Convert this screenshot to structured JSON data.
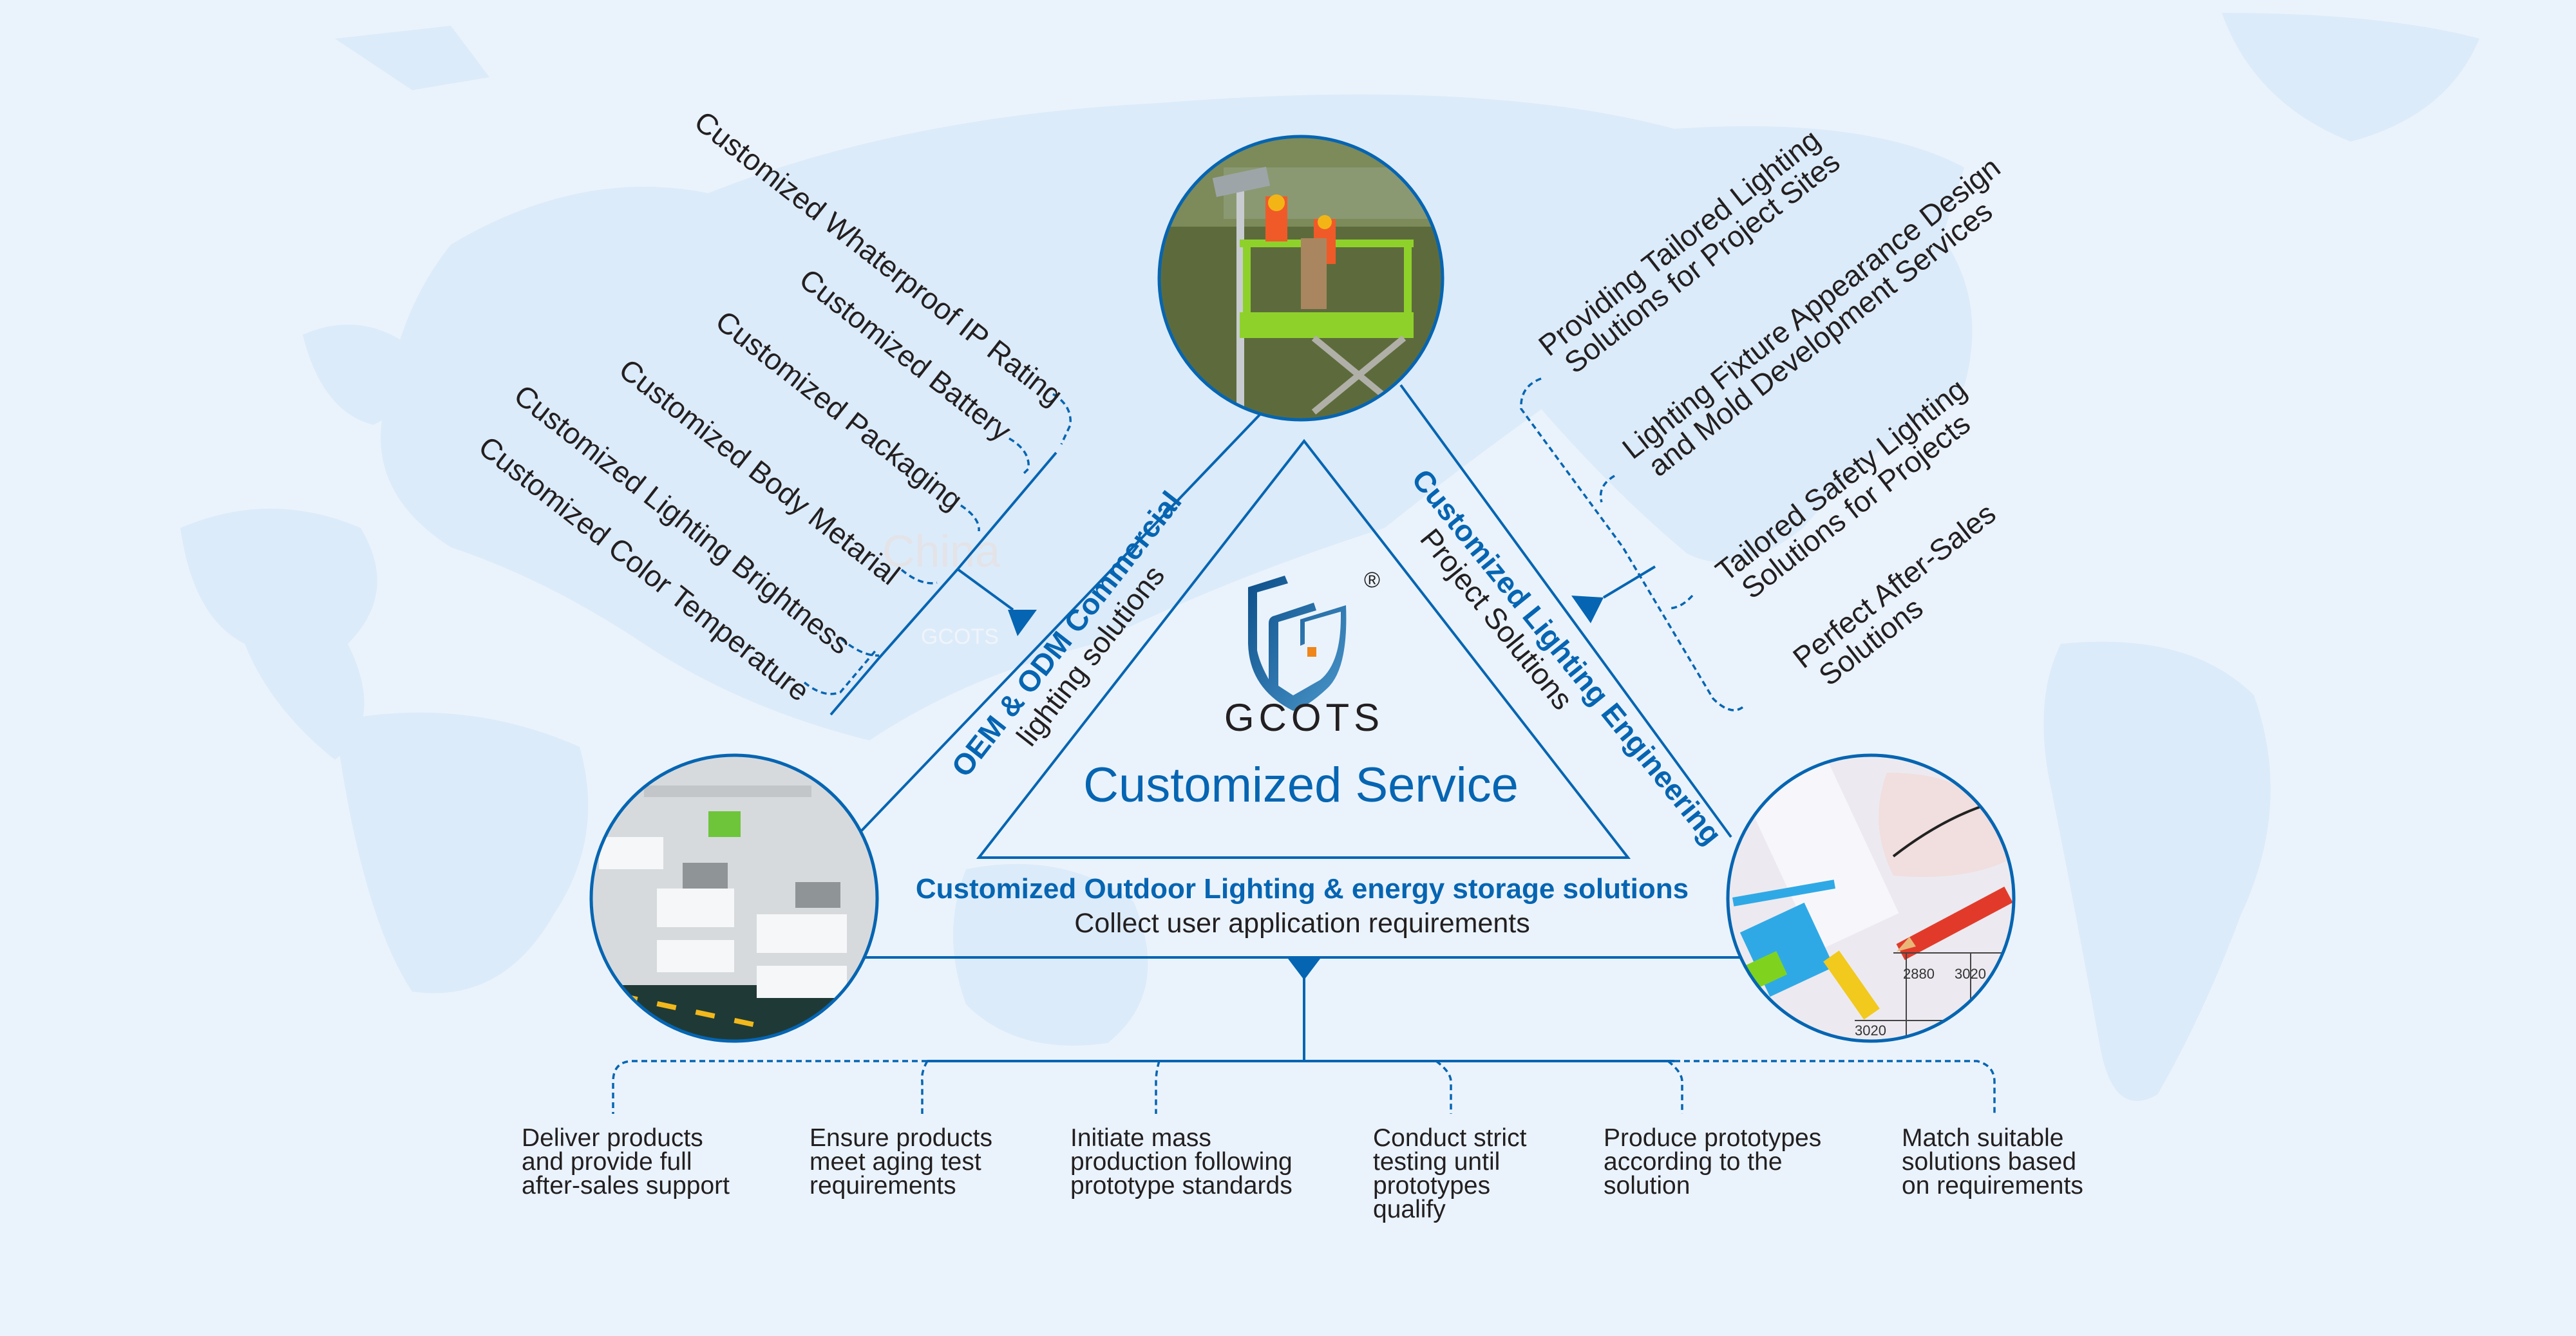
{
  "brand": {
    "name": "GCOTS",
    "registered_mark": "®",
    "colors": {
      "primary": "#0565b2",
      "accent_orange": "#f08519",
      "text": "#231f20",
      "background": "#eaf3fc"
    }
  },
  "center": {
    "title": "Customized Service"
  },
  "map_labels": [
    "China",
    "GCOTS"
  ],
  "left_side": {
    "heading": "OEM & ODM Commercial",
    "subheading": "lighting solutions",
    "items": [
      "Customized Whaterproof IP Rating",
      "Customized Battery",
      "Customized Packaging",
      "Customized  Body Metarial",
      "Customized Lighting Brightness",
      "Customized Color Temperature"
    ]
  },
  "right_side": {
    "heading": "Customized Lighting Engineering",
    "subheading": "Project Solutions",
    "items": [
      {
        "line1": "Providing Tailored Lighting",
        "line2": "Solutions for Project Sites"
      },
      {
        "line1": "Lighting Fixture Appearance Design",
        "line2": "and Mold Development Services"
      },
      {
        "line1": "Tailored Safety Lighting",
        "line2": "Solutions for Projects"
      },
      {
        "line1": "Perfect After-Sales",
        "line2": "Solutions"
      }
    ]
  },
  "bottom_side": {
    "heading": "Customized Outdoor Lighting & energy storage solutions",
    "subheading": "Collect user application requirements",
    "steps": [
      {
        "lines": [
          "Deliver products",
          "and provide full",
          "after-sales support"
        ]
      },
      {
        "lines": [
          "Ensure products",
          "meet aging test",
          "requirements"
        ]
      },
      {
        "lines": [
          "Initiate mass",
          "production following",
          "prototype standards"
        ]
      },
      {
        "lines": [
          "Conduct strict",
          "testing until",
          "prototypes",
          "qualify"
        ]
      },
      {
        "lines": [
          "Produce prototypes",
          "according to the",
          "solution"
        ]
      },
      {
        "lines": [
          "Match suitable",
          "solutions based",
          "on requirements"
        ]
      }
    ]
  },
  "photos": {
    "top": "street-light-installation-photo",
    "bottom_left": "factory-light-fixtures-photo",
    "bottom_right": "blueprint-tools-photo"
  }
}
